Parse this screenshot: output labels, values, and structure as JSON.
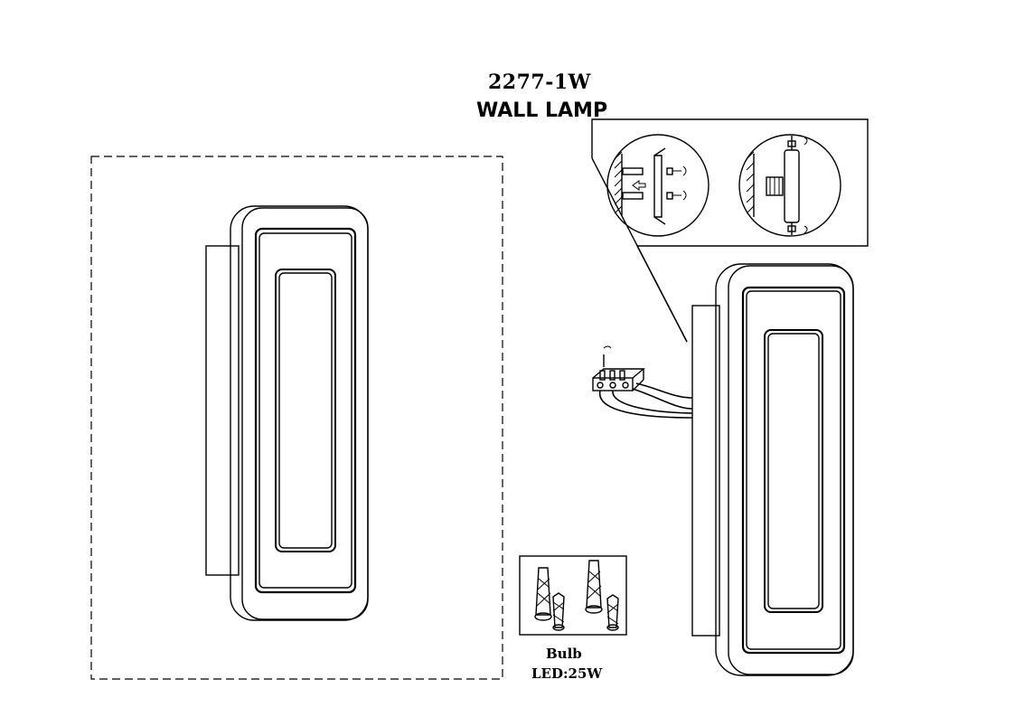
{
  "header": {
    "model_number": "2277-1W",
    "product_name": "WALL LAMP"
  },
  "bulb_info": {
    "label": "Bulb",
    "spec": "LED:25W"
  }
}
